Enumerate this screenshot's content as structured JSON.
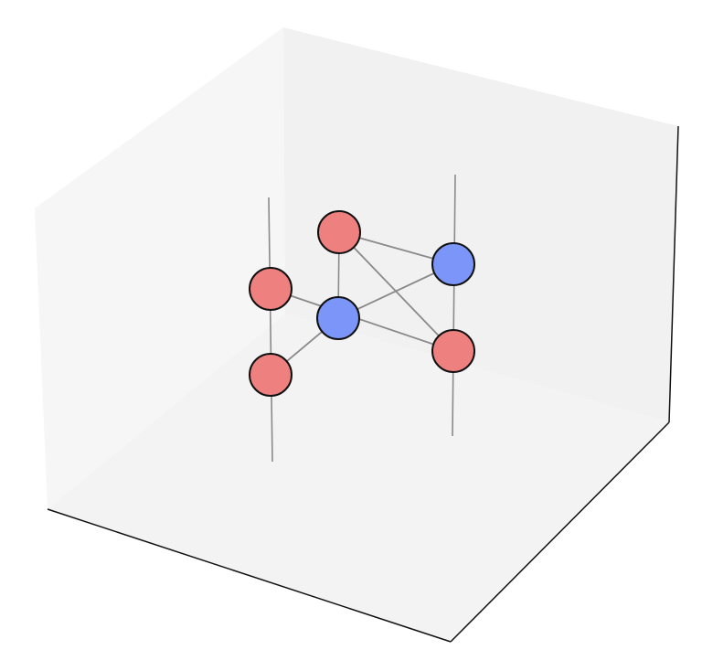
{
  "figure": {
    "kind": "3d-graph-diagram",
    "colors": {
      "background": "#ffffff",
      "back_wall": "#f1f1f1",
      "left_wall": "#f6f6f6",
      "floor": "#f3f3f3",
      "axis_line": "#111111",
      "edge": "#8a8a8a",
      "vertical_line": "#8a8a8a",
      "node_red": "#ee8080",
      "node_blue": "#7b96f8",
      "node_outline": "#111111"
    }
  },
  "nodes": [
    {
      "id": "n1",
      "color": "red"
    },
    {
      "id": "n2",
      "color": "blue"
    },
    {
      "id": "n3",
      "color": "red"
    },
    {
      "id": "n4",
      "color": "blue"
    },
    {
      "id": "n5",
      "color": "red"
    },
    {
      "id": "n6",
      "color": "red"
    }
  ],
  "edges": [
    {
      "from": "n1",
      "to": "n2"
    },
    {
      "from": "n2",
      "to": "n4"
    },
    {
      "from": "n4",
      "to": "n3"
    },
    {
      "from": "n3",
      "to": "n5"
    },
    {
      "from": "n5",
      "to": "n6"
    }
  ]
}
